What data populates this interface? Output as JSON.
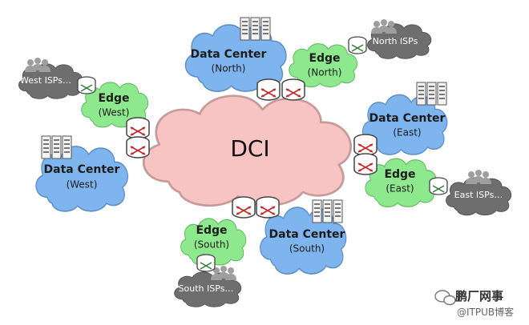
{
  "colors": {
    "dci_fill": "#f7c3c3",
    "dci_stroke": "#c79a9a",
    "datacenter_fill": "#7fb5ef",
    "datacenter_stroke": "#5b8cc4",
    "edge_fill": "#8ee88e",
    "edge_stroke": "#5db85d",
    "isp_fill": "#6e6e6e",
    "isp_stroke": "#4f4f4f"
  },
  "core": {
    "label": "DCI"
  },
  "datacenters": {
    "north": {
      "title": "Data Center",
      "region": "(North)"
    },
    "west": {
      "title": "Data Center",
      "region": "(West)"
    },
    "east": {
      "title": "Data Center",
      "region": "(East)"
    },
    "south": {
      "title": "Data Center",
      "region": "(South)"
    }
  },
  "edges": {
    "north": {
      "title": "Edge",
      "region": "(North)"
    },
    "west": {
      "title": "Edge",
      "region": "(West)"
    },
    "east": {
      "title": "Edge",
      "region": "(East)"
    },
    "south": {
      "title": "Edge",
      "region": "(South)"
    }
  },
  "isps": {
    "north": {
      "label": "North ISPs"
    },
    "west": {
      "label": "West ISPs…"
    },
    "east": {
      "label": "East ISPs…"
    },
    "south": {
      "label": "South ISPs…"
    }
  },
  "icons": [
    "router-icon",
    "server-rack-icon",
    "user-group-icon",
    "wechat-logo-icon"
  ],
  "watermark": {
    "line1": "鹏厂网事",
    "line2": "@ITPUB博客"
  }
}
